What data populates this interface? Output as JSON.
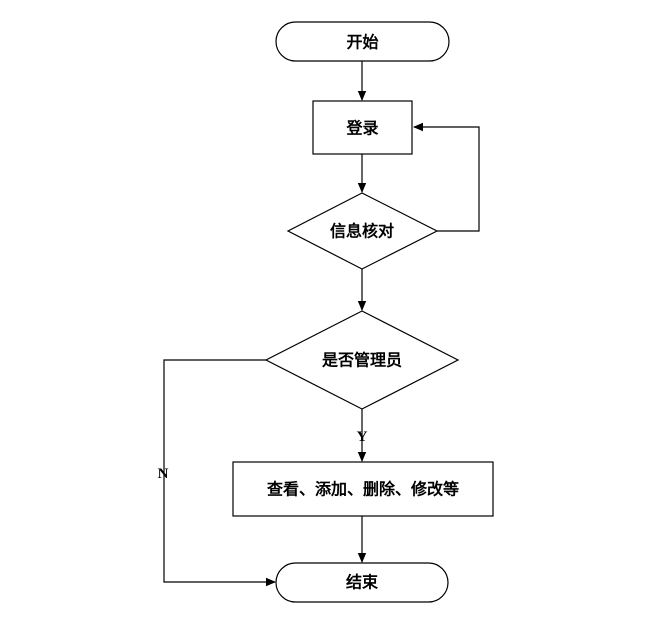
{
  "nodes": {
    "start": {
      "label": "开始"
    },
    "login": {
      "label": "登录"
    },
    "verify": {
      "label": "信息核对"
    },
    "is_admin": {
      "label": "是否管理员"
    },
    "operations": {
      "label": "查看、添加、删除、修改等"
    },
    "end": {
      "label": "结束"
    }
  },
  "edges": {
    "yes_label": "Y",
    "no_label": "N"
  }
}
